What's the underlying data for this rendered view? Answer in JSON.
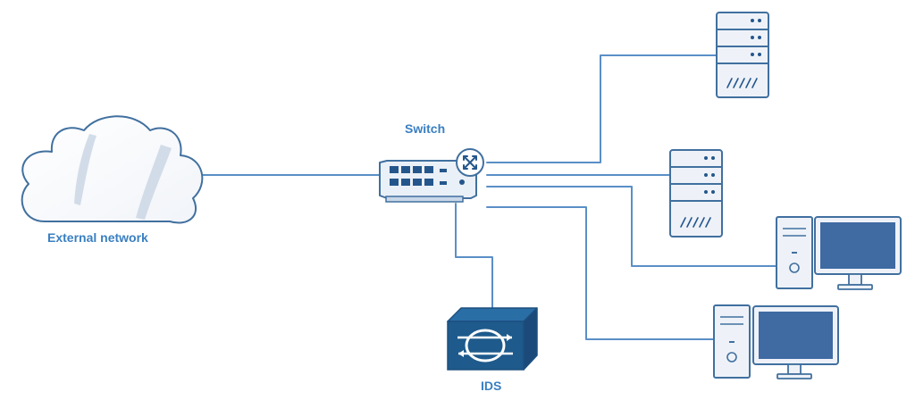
{
  "labels": {
    "external_network": "External network",
    "switch": "Switch",
    "ids": "IDS"
  },
  "colors": {
    "label": "#3a7fc1",
    "line": "#5a8fc7",
    "outline": "#41709f",
    "fill_light": "#e9eef6",
    "ids_fill": "#1e5a8c",
    "monitor_screen": "#3f6aa2"
  },
  "icons": {
    "cloud": "cloud-icon",
    "switch": "network-switch-icon",
    "ids": "ids-appliance-icon",
    "server": "server-icon",
    "workstation": "workstation-icon"
  }
}
